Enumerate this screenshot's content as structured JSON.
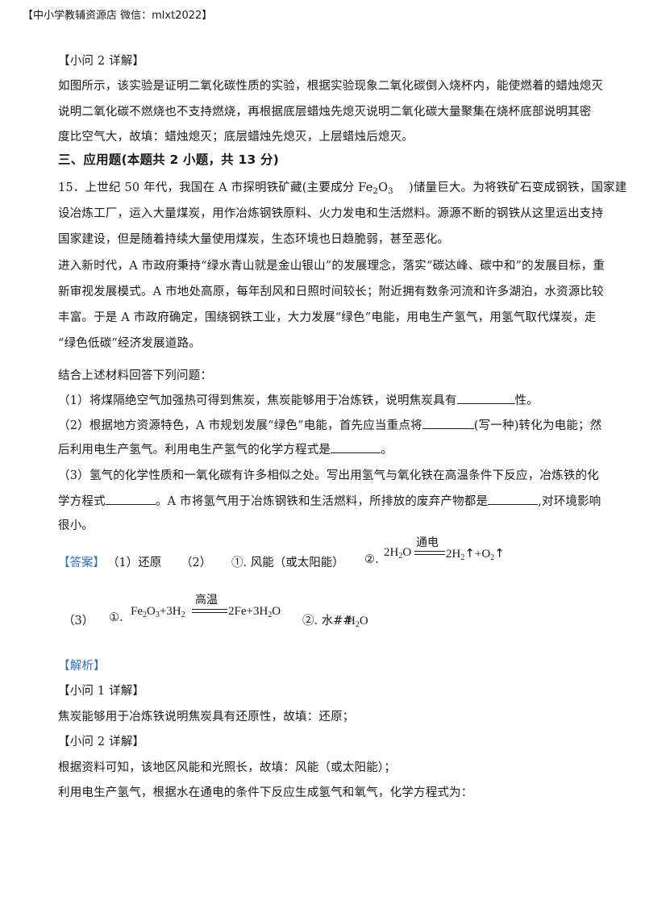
{
  "header": "【中小学教辅资源店  微信：mlxt2022】",
  "sec_q2_title": "【小问 2 详解】",
  "q2_detail": [
    "如图所示，该实验是证明二氧化碳性质的实验，根据实验现象二氧化碳倒入烧杯内，能使燃着的蜡烛熄灭",
    "说明二氧化碳不燃烧也不支持燃烧，再根据底层蜡烛先熄灭说明二氧化碳大量聚集在烧杯底部说明其密",
    "度比空气大，故填：蜡烛熄灭；底层蜡烛先熄灭，上层蜡烛后熄灭。"
  ],
  "section3_title": "三、应用题(本题共 2 小题，共 13 分)",
  "q15": {
    "line1_a": "15．上世纪 50 年代，我国在 A 市探明铁矿藏(主要成分 Fe",
    "line1_sub": "2",
    "line1_b": "O",
    "line1_sub2": "3",
    "line1_c": "    )储量巨大。为将铁矿石变成钢铁，国家建",
    "line2": "设冶炼工厂，运入大量煤炭，用作冶炼钢铁原料、火力发电和生活燃料。源源不断的钢铁从这里运出支持",
    "line3": "国家建设，但是随着持续大量使用煤炭，生态环境也日趋脆弱，甚至恶化。",
    "line4": "进入新时代，A 市政府秉持“绿水青山就是金山银山”的发展理念，落实“碳达峰、碳中和”的发展目标，重",
    "line5": "新审视发展模式。A 市地处高原，每年刮风和日照时间较长；附近拥有数条河流和许多湖泊，水资源比较",
    "line6": "丰富。于是 A 市政府确定，围绕钢铁工业，大力发展“绿色”电能，用电生产氢气，用氢气取代煤炭，走",
    "line7": "“绿色低碳”经济发展道路。",
    "prompt": "结合上述材料回答下列问题：",
    "sub1_a": "（1）将煤隔绝空气加强热可得到焦炭，焦炭能够用于冶炼铁，说明焦炭具有",
    "sub1_b": "性。",
    "sub2_a": "（2）根据地方资源特色，A 市规划发展“绿色”电能，首先应当重点将",
    "sub2_b": "(写一种)转化为电能；然",
    "sub2_c": "后利用电生产氢气。利用电生产氢气的化学方程式是",
    "sub2_d": "。",
    "sub3_a": "（3）氢气的化学性质和一氧化碳有许多相似之处。写出用氢气与氧化铁在高温条件下反应，冶炼铁的化",
    "sub3_b": "学方程式",
    "sub3_c": "。A 市将氢气用于冶炼钢铁和生活燃料，所排放的废弃产物都是",
    "sub3_d": ",对环境影响",
    "sub3_e": "很小。"
  },
  "answer": {
    "label": "【答案】",
    "p1": "（1）还原",
    "p2": "（2）",
    "p2_1": "①. 风能（或太阳能）",
    "p2_2": "②.",
    "eq1_cond": "通电",
    "p3": "（3）",
    "p3_1": "①.",
    "eq2_cond": "高温",
    "p3_2": "②. 水##"
  },
  "analysis": {
    "label": "【解析】",
    "q1_title": "【小问 1 详解】",
    "q1_text": "焦炭能够用于冶炼铁说明焦炭具有还原性，故填：还原；",
    "q2_title": "【小问 2 详解】",
    "q2_text1": "根据资料可知，该地区风能和光照长，故填：风能（或太阳能）；",
    "q2_text2": "利用电生产氢气，根据水在通电的条件下反应生成氢气和氧气，化学方程式为："
  }
}
